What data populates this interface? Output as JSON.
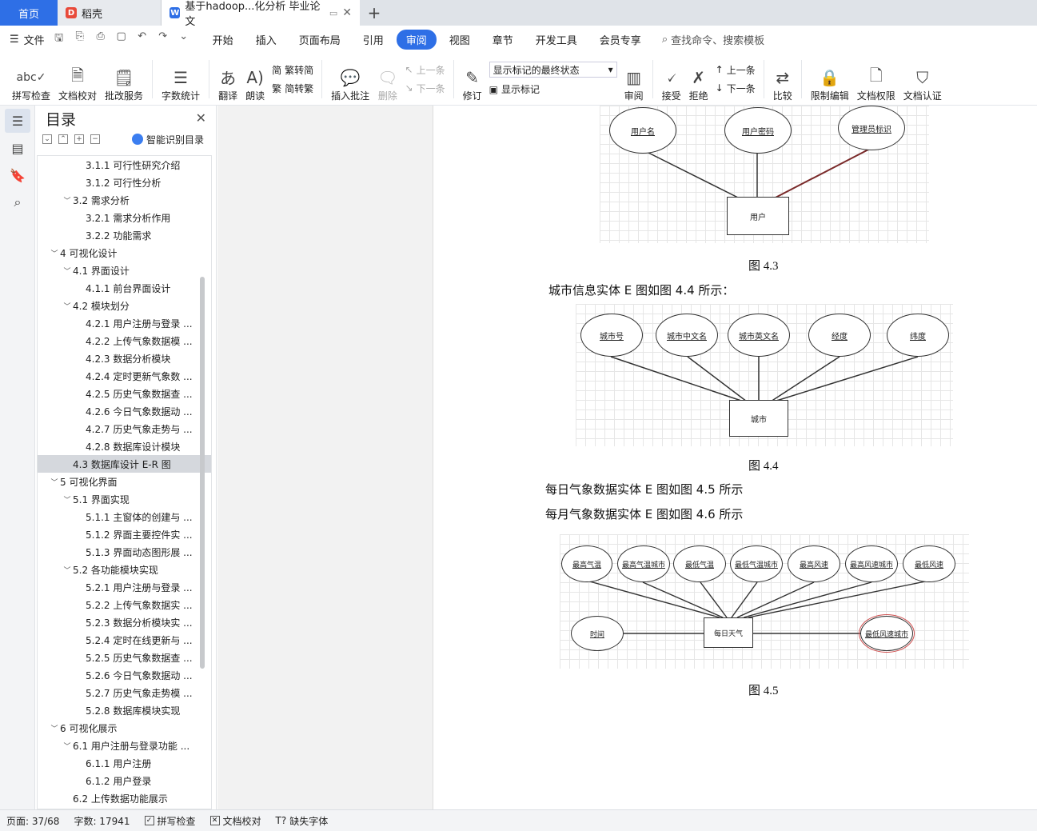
{
  "tabs": {
    "home": "首页",
    "daoke": "稻壳",
    "doc": "基于hadoop...化分析 毕业论文",
    "add": "+"
  },
  "menu": {
    "file": "文件",
    "items": [
      "开始",
      "插入",
      "页面布局",
      "引用",
      "审阅",
      "视图",
      "章节",
      "开发工具",
      "会员专享"
    ],
    "active": "审阅",
    "search": "查找命令、搜索模板"
  },
  "ribbon": {
    "spell": "拼写检查",
    "proof": "文档校对",
    "batch": "批改服务",
    "wordcount": "字数统计",
    "translate": "翻译",
    "read": "朗读",
    "trad": "繁转简",
    "simp": "简转繁",
    "insert_comment": "插入批注",
    "delete": "删除",
    "prev_comment": "上一条",
    "next_comment": "下一条",
    "revise": "修订",
    "markup_select": "显示标记的最终状态",
    "show_markup": "显示标记",
    "review": "审阅",
    "accept": "接受",
    "reject": "拒绝",
    "prev": "上一条",
    "next": "下一条",
    "compare": "比较",
    "restrict": "限制编辑",
    "permission": "文档权限",
    "certify": "文档认证"
  },
  "toc": {
    "title": "目录",
    "smart": "智能识别目录",
    "items": [
      {
        "label": "3.1.1 可行性研究介绍",
        "level": 3
      },
      {
        "label": "3.1.2 可行性分析",
        "level": 3
      },
      {
        "label": "3.2 需求分析",
        "level": 2,
        "arrow": "﹀"
      },
      {
        "label": "3.2.1 需求分析作用",
        "level": 3
      },
      {
        "label": "3.2.2 功能需求",
        "level": 3
      },
      {
        "label": "4 可视化设计",
        "level": 1,
        "arrow": "﹀"
      },
      {
        "label": "4.1 界面设计",
        "level": 2,
        "arrow": "﹀"
      },
      {
        "label": "4.1.1 前台界面设计",
        "level": 3
      },
      {
        "label": "4.2 模块划分",
        "level": 2,
        "arrow": "﹀"
      },
      {
        "label": "4.2.1 用户注册与登录 ...",
        "level": 3
      },
      {
        "label": "4.2.2 上传气象数据模 ...",
        "level": 3
      },
      {
        "label": "4.2.3 数据分析模块",
        "level": 3
      },
      {
        "label": "4.2.4 定时更新气象数 ...",
        "level": 3
      },
      {
        "label": "4.2.5 历史气象数据查 ...",
        "level": 3
      },
      {
        "label": "4.2.6 今日气象数据动 ...",
        "level": 3
      },
      {
        "label": "4.2.7 历史气象走势与 ...",
        "level": 3
      },
      {
        "label": "4.2.8 数据库设计模块",
        "level": 3
      },
      {
        "label": "4.3 数据库设计 E-R 图",
        "level": 2,
        "selected": true
      },
      {
        "label": "5 可视化界面",
        "level": 1,
        "arrow": "﹀"
      },
      {
        "label": "5.1 界面实现",
        "level": 2,
        "arrow": "﹀"
      },
      {
        "label": "5.1.1 主窗体的创建与 ...",
        "level": 3
      },
      {
        "label": "5.1.2  界面主要控件实 ...",
        "level": 3
      },
      {
        "label": "5.1.3 界面动态图形展 ...",
        "level": 3
      },
      {
        "label": "5.2 各功能模块实现",
        "level": 2,
        "arrow": "﹀"
      },
      {
        "label": "5.2.1 用户注册与登录 ...",
        "level": 3
      },
      {
        "label": "5.2.2 上传气象数据实 ...",
        "level": 3
      },
      {
        "label": "5.2.3 数据分析模块实 ...",
        "level": 3
      },
      {
        "label": "5.2.4 定时在线更新与 ...",
        "level": 3
      },
      {
        "label": "5.2.5 历史气象数据查 ...",
        "level": 3
      },
      {
        "label": "5.2.6 今日气象数据动 ...",
        "level": 3
      },
      {
        "label": "5.2.7 历史气象走势模 ...",
        "level": 3
      },
      {
        "label": "5.2.8 数据库模块实现",
        "level": 3
      },
      {
        "label": "6 可视化展示",
        "level": 1,
        "arrow": "﹀"
      },
      {
        "label": "6.1 用户注册与登录功能 ...",
        "level": 2,
        "arrow": "﹀"
      },
      {
        "label": "6.1.1 用户注册",
        "level": 3
      },
      {
        "label": "6.1.2 用户登录",
        "level": 3
      },
      {
        "label": "6.2 上传数据功能展示",
        "level": 2
      }
    ]
  },
  "doc": {
    "er43": {
      "attrs": [
        "用户名",
        "用户密码",
        "管理员标识"
      ],
      "entity": "用户",
      "caption": "图 4.3"
    },
    "para1": "城市信息实体 E 图如图 4.4 所示：",
    "er44": {
      "attrs": [
        "城市号",
        "城市中文名",
        "城市英文名",
        "经度",
        "纬度"
      ],
      "entity": "城市",
      "caption": "图 4.4"
    },
    "para2": "每日气象数据实体 E 图如图 4.5 所示",
    "para3": "每月气象数据实体 E 图如图 4.6 所示",
    "er45": {
      "attrs": [
        "最高气温",
        "最高气温城市",
        "最低气温",
        "最低气温城市",
        "最高风速",
        "最高风速城市",
        "最低风速"
      ],
      "left_attr": "时间",
      "right_attr": "最低风速城市",
      "entity": "每日天气",
      "caption": "图 4.5"
    }
  },
  "status": {
    "page": "页面: 37/68",
    "words": "字数: 17941",
    "spell": "拼写检查",
    "proof": "文档校对",
    "font": "缺失字体"
  }
}
